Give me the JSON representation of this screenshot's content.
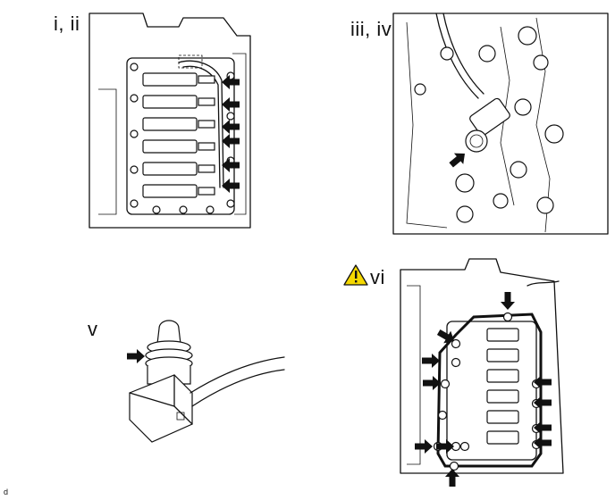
{
  "labels": {
    "panel1": "i, ii",
    "panel2": "iii, iv",
    "panel3": "v",
    "panel4": "vi"
  },
  "figure_code": "d",
  "icons": {
    "warning": "warning-triangle-icon",
    "arrow": "arrow-icon"
  },
  "colors": {
    "line": "#111111",
    "warning_fill": "#f5d800"
  }
}
